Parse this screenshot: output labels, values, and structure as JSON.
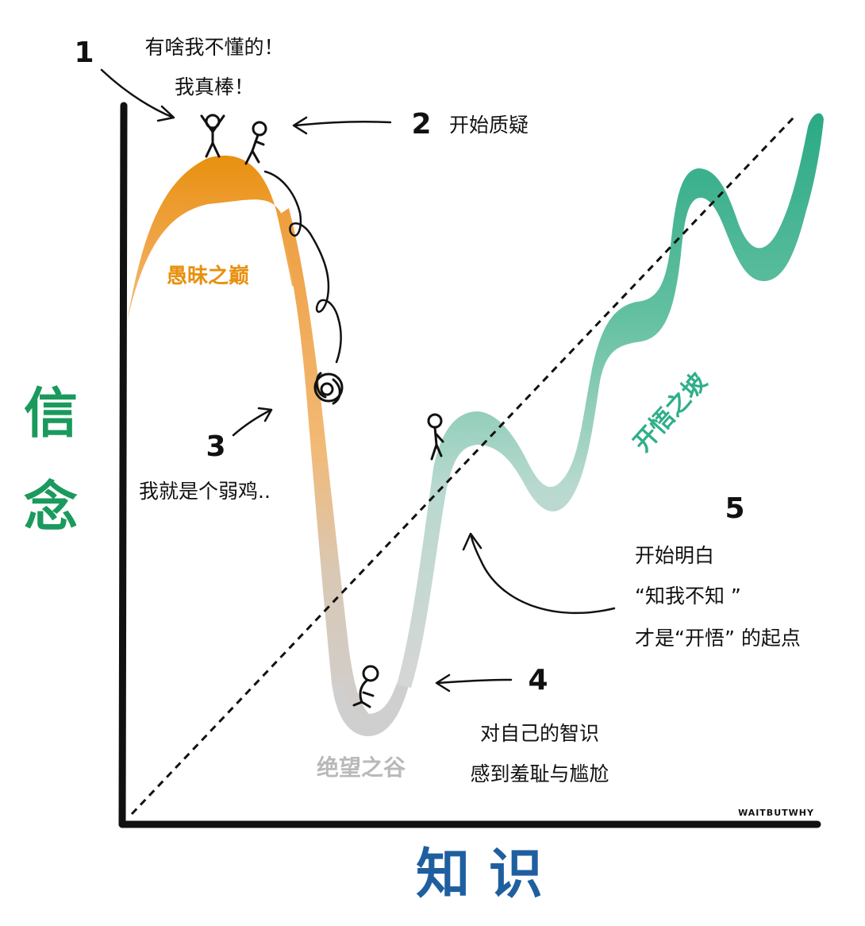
{
  "axes": {
    "y_label_chars": [
      "信",
      "念"
    ],
    "x_label": "知 识",
    "y_label_color": "#1a9a5c",
    "x_label_color": "#1f5fa0"
  },
  "regions": {
    "peak": {
      "label": "愚昧之巅",
      "color": "#e8900f"
    },
    "valley": {
      "label": "绝望之谷",
      "color": "#b9b9b9"
    },
    "slope": {
      "label": "开悟之坡",
      "color": "#2fae8a"
    }
  },
  "stages": [
    {
      "number": "1",
      "lines": [
        "有啥我不懂的！",
        "我真棒！"
      ]
    },
    {
      "number": "2",
      "lines": [
        "开始质疑"
      ]
    },
    {
      "number": "3",
      "lines": [
        "我就是个弱鸡.."
      ]
    },
    {
      "number": "4",
      "lines": [
        "对自己的智识",
        "感到羞耻与尴尬"
      ]
    },
    {
      "number": "5",
      "lines": [
        "开始明白",
        "“知我不知 ”",
        "才是“开悟” 的起点"
      ]
    }
  ],
  "watermark": "WAITBUTWHY",
  "icons": {
    "stick_figure_cheering": "stick-figure-cheering-icon",
    "stick_figure_doubting": "stick-figure-doubting-icon",
    "stick_figure_falling": "stick-figure-falling-icon",
    "stick_figure_crouching": "stick-figure-crouching-icon",
    "stick_figure_climbing": "stick-figure-climbing-icon"
  }
}
